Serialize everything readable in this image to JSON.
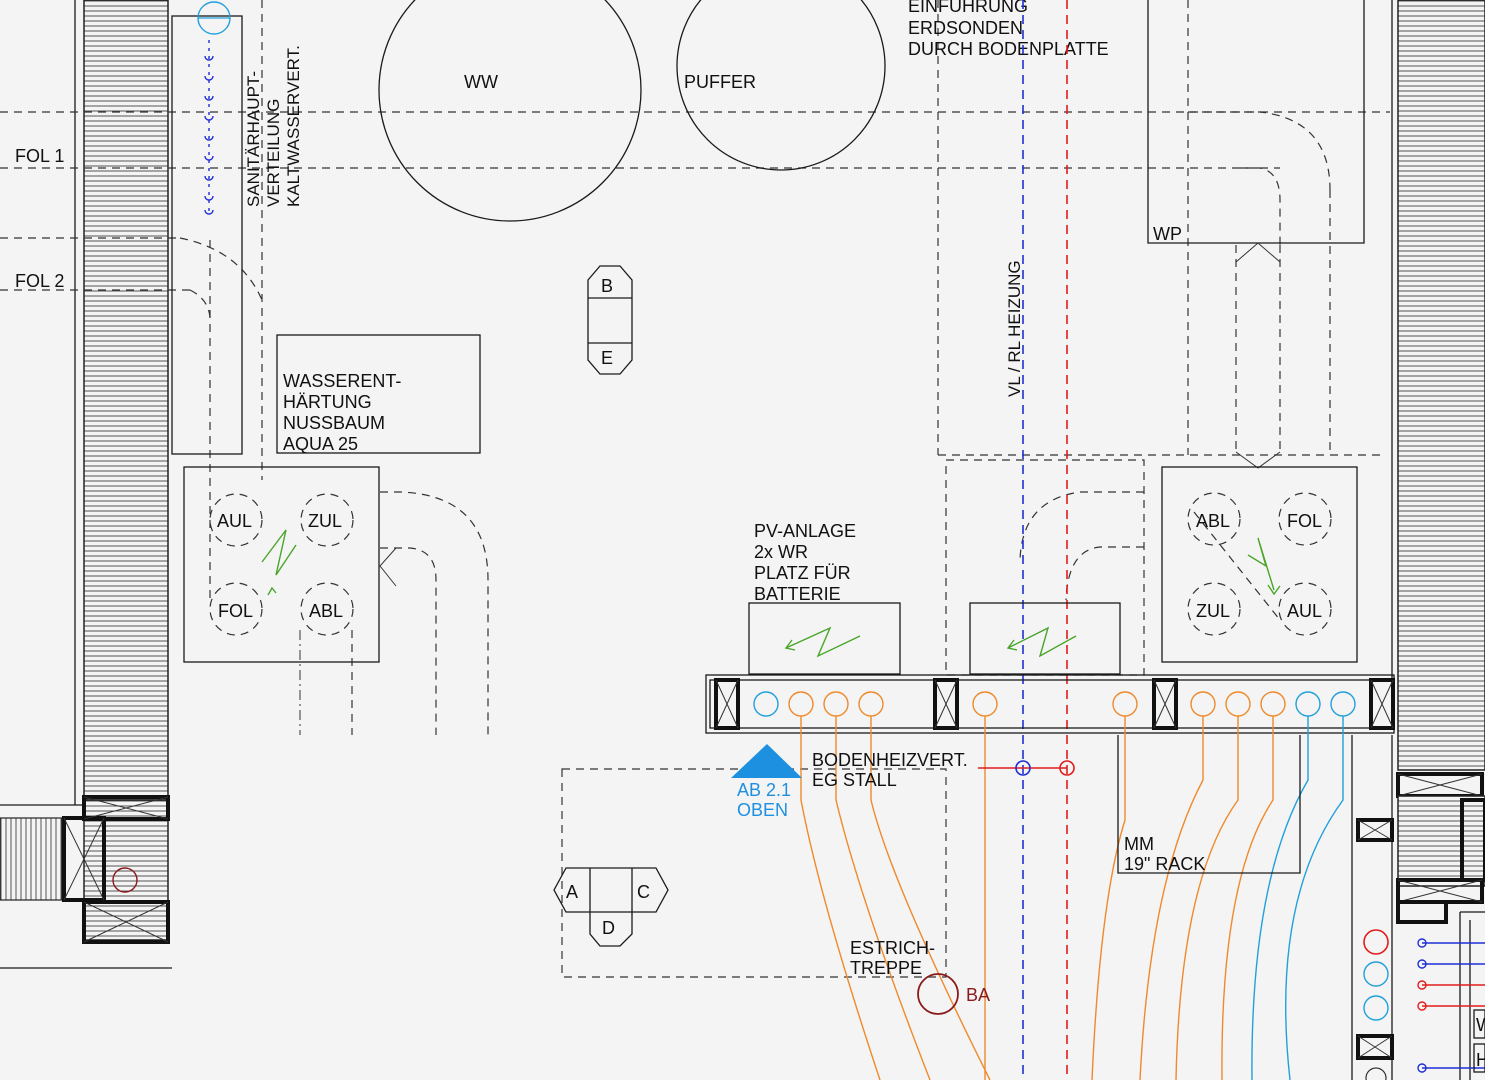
{
  "labels": {
    "fol1": "FOL 1",
    "fol2": "FOL 2",
    "sanitaer": [
      "SANITÄRHAUPT-",
      "VERTEILUNG",
      "KALTWASSERVERT."
    ],
    "ww": "WW",
    "puffer": "PUFFER",
    "einfuehrung": [
      "EINFÜHRUNG",
      "ERDSONDEN",
      "DURCH BODENPLATTE"
    ],
    "wp": "WP",
    "heizung": "VL / RL HEIZUNG",
    "wasserent": [
      "WASSERENT-",
      "HÄRTUNG",
      "NUSSBAUM",
      "AQUA 25"
    ],
    "b": "B",
    "e": "E",
    "pv": [
      "PV-ANLAGE",
      "2x WR",
      "PLATZ FÜR",
      "BATTERIE"
    ],
    "boden": [
      "BODENHEIZVERT.",
      "EG STALL"
    ],
    "ab": [
      "AB 2.1",
      "OBEN"
    ],
    "mm": [
      "MM",
      "19\" RACK"
    ],
    "a": "A",
    "c": "C",
    "d": "D",
    "estrich": [
      "ESTRICH-",
      "TREPPE"
    ],
    "ba": "BA",
    "left_vent": {
      "aul": "AUL",
      "zul": "ZUL",
      "fol": "FOL",
      "abl": "ABL"
    },
    "right_vent": {
      "abl": "ABL",
      "fol": "FOL",
      "zul": "ZUL",
      "aul": "AUL"
    },
    "edge_w": "W",
    "edge_h": "H"
  },
  "colors": {
    "line": "#1a1a1a",
    "supply_red": "#e21c1c",
    "return_blue": "#1f2fd6",
    "floor_heating_orange": "#ef8a2c",
    "cold_water_cyan": "#22a0dc",
    "electrical_green": "#4aa52a",
    "annotation_blue": "#1e90e0",
    "ba_darkred": "#8b1a1a"
  }
}
